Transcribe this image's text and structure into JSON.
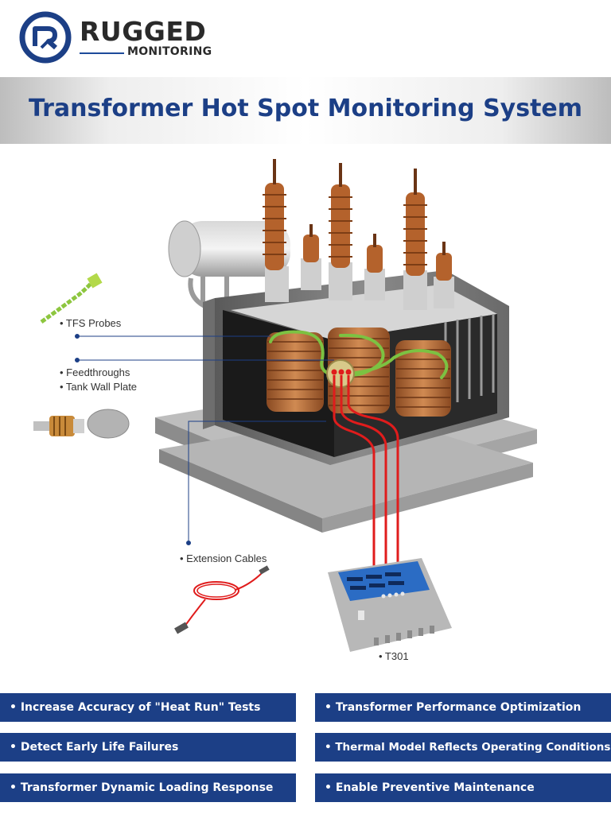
{
  "logo": {
    "brand": "RUGGED",
    "sub": "MONITORING"
  },
  "title": "Transformer Hot Spot Monitoring System",
  "labels": {
    "tfs_probes": "• TFS Probes",
    "feedthroughs": "• Feedthroughs",
    "tank_wall_plate": "• Tank Wall Plate",
    "extension_cables": "• Extension Cables",
    "t301": "• T301"
  },
  "features": [
    "• Increase Accuracy of \"Heat Run\" Tests",
    "• Transformer Performance Optimization",
    "• Detect Early Life Failures",
    "• Thermal Model Reflects Operating Conditions",
    "• Transformer Dynamic Loading Response",
    "• Enable Preventive Maintenance"
  ],
  "colors": {
    "brand_blue": "#1c3f86",
    "fiber_red": "#e01c1c",
    "probe_green": "#7cc242",
    "copper": "#b86a3a"
  }
}
